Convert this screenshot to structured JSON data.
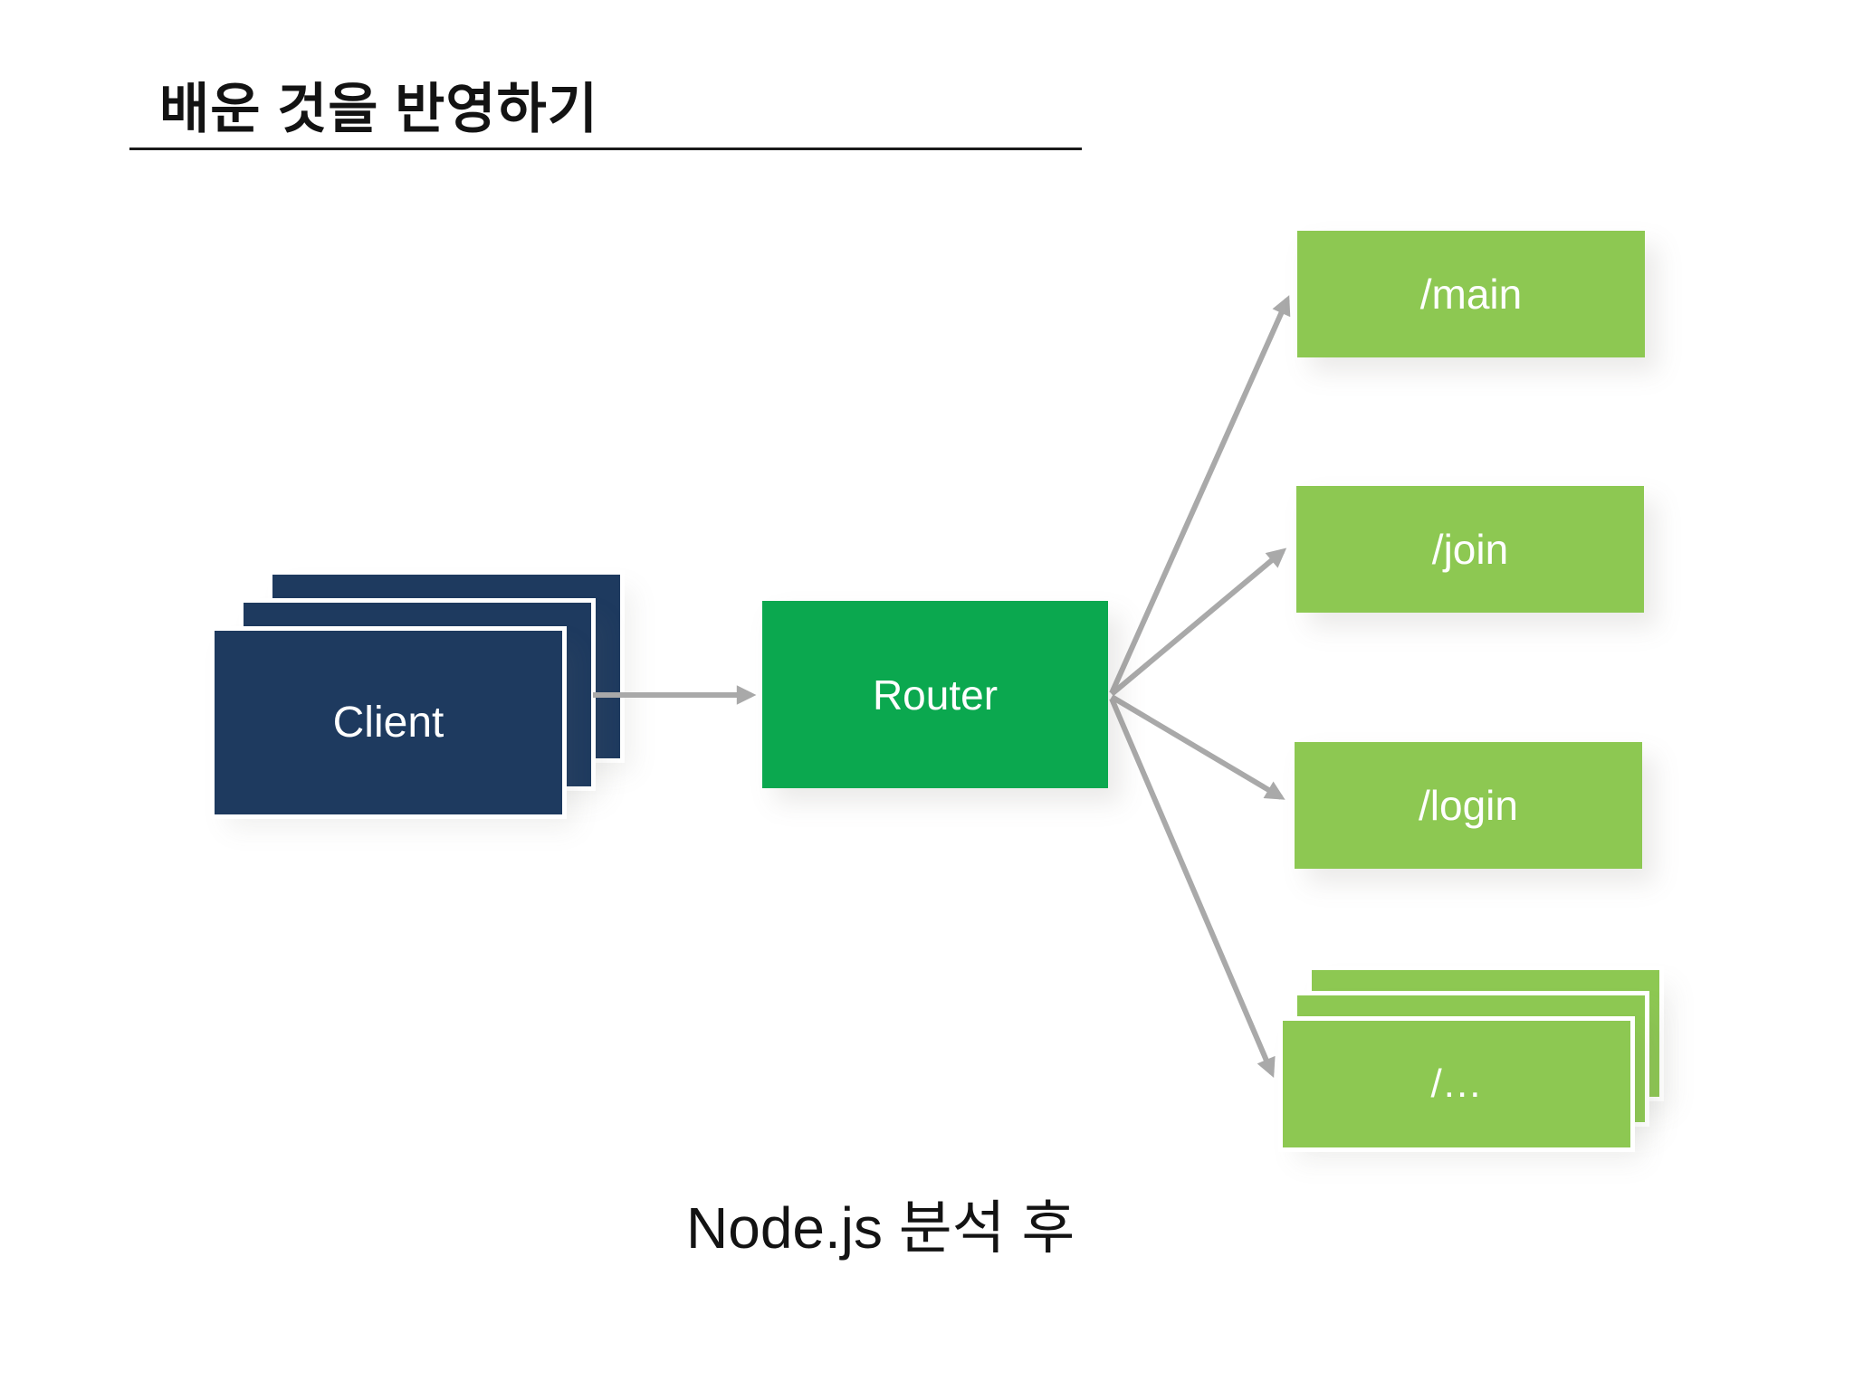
{
  "slide": {
    "title": "배운 것을 반영하기",
    "caption": "Node.js 분석 후"
  },
  "diagram": {
    "client": {
      "label": "Client"
    },
    "router": {
      "label": "Router"
    },
    "routes": [
      {
        "label": "/main"
      },
      {
        "label": "/join"
      },
      {
        "label": "/login"
      },
      {
        "label": "/..."
      }
    ]
  },
  "colors": {
    "navy": "#1E3A5F",
    "green": "#0BA84F",
    "light_green": "#8DC852",
    "arrow_gray": "#A9A9A9",
    "text_dark": "#131313",
    "background": "#FFFFFF"
  }
}
